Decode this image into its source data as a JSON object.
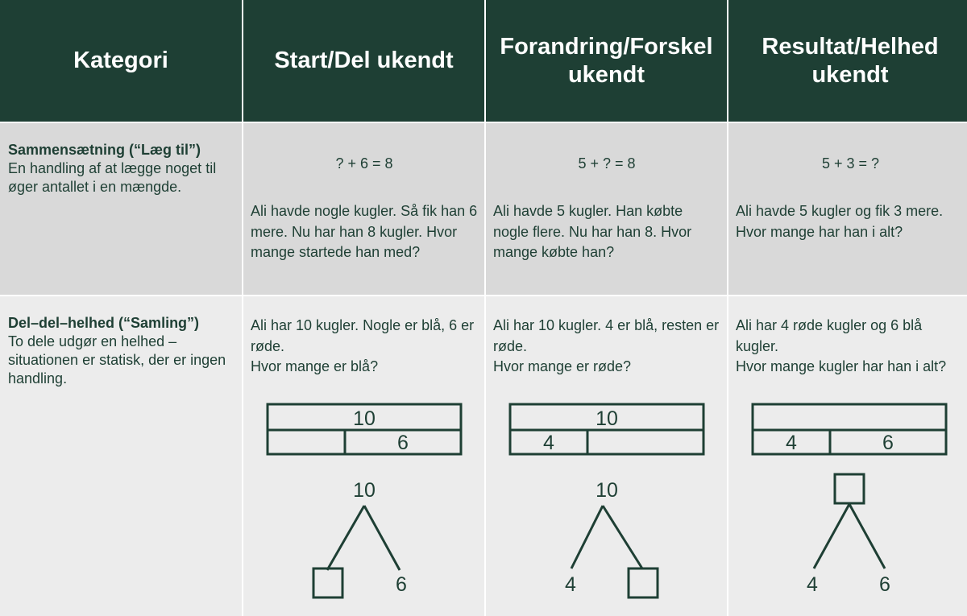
{
  "headers": [
    "Kategori",
    "Start/Del ukendt",
    "Forandring/Forskel ukendt",
    "Resultat/Helhed ukendt"
  ],
  "rows": [
    {
      "category_title": "Sammensætning (“Læg til”)",
      "category_desc": "En handling af at lægge noget til øger antallet i en mængde.",
      "cells": [
        {
          "equation": "? + 6 = 8",
          "story": "Ali havde nogle kugler. Så fik han 6 mere. Nu har han 8 kugler. Hvor mange startede han med?"
        },
        {
          "equation": "5 + ? = 8",
          "story": "Ali havde 5 kugler. Han købte nogle flere. Nu har han 8. Hvor mange købte han?"
        },
        {
          "equation": "5 + 3 = ?",
          "story": "Ali havde 5 kugler og fik 3 mere. Hvor mange har han i alt?"
        }
      ]
    },
    {
      "category_title": "Del–del–helhed (“Samling”)",
      "category_desc": "To dele udgør en helhed – situationen er statisk, der er ingen handling.",
      "cells": [
        {
          "story": "Ali har 10 kugler. Nogle er blå, 6 er røde.",
          "question": "Hvor mange er blå?",
          "bar": {
            "whole": "10",
            "part_a": "",
            "part_b": "6"
          },
          "bond": {
            "whole": "10",
            "left": "",
            "right": "6",
            "unknown": "left"
          }
        },
        {
          "story": "Ali har 10 kugler. 4 er blå, resten er røde.",
          "question": "Hvor mange er røde?",
          "bar": {
            "whole": "10",
            "part_a": "4",
            "part_b": ""
          },
          "bond": {
            "whole": "10",
            "left": "4",
            "right": "",
            "unknown": "right"
          }
        },
        {
          "story": "Ali har 4 røde kugler og 6 blå kugler.",
          "question": "Hvor mange kugler har han i alt?",
          "bar": {
            "whole": "",
            "part_a": "4",
            "part_b": "6"
          },
          "bond": {
            "whole": "",
            "left": "4",
            "right": "6",
            "unknown": "whole"
          }
        }
      ]
    }
  ],
  "colors": {
    "header_bg": "#1e3f34",
    "row1_bg": "#d9d9d9",
    "row2_bg": "#ececec",
    "ink": "#1e3f34"
  }
}
